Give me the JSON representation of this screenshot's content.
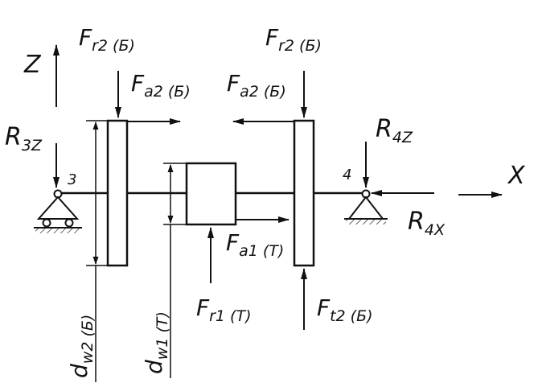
{
  "forces": {
    "fr2_left": {
      "main": "F",
      "sub": "r2 (Б)"
    },
    "fa2_left": {
      "main": "F",
      "sub": "a2 (Б)"
    },
    "fr2_right": {
      "main": "F",
      "sub": "r2 (Б)"
    },
    "fa2_right": {
      "main": "F",
      "sub": "a2 (Б)"
    },
    "fa1": {
      "main": "F",
      "sub": "a1 (Т)"
    },
    "fr1": {
      "main": "F",
      "sub": "r1 (Т)"
    },
    "ft2": {
      "main": "F",
      "sub": "t2 (Б)"
    }
  },
  "reactions": {
    "r3z": {
      "main": "R",
      "sub": "3Z"
    },
    "r4z": {
      "main": "R",
      "sub": "4Z"
    },
    "r4x": {
      "main": "R",
      "sub": "4X"
    }
  },
  "axes": {
    "z": "Z",
    "x": "X"
  },
  "supports": {
    "left": "3",
    "right": "4"
  },
  "diameters": {
    "dw2": {
      "main": "d",
      "sub": "w2 (Б)"
    },
    "dw1": {
      "main": "d",
      "sub": "w1 (Т)"
    }
  }
}
